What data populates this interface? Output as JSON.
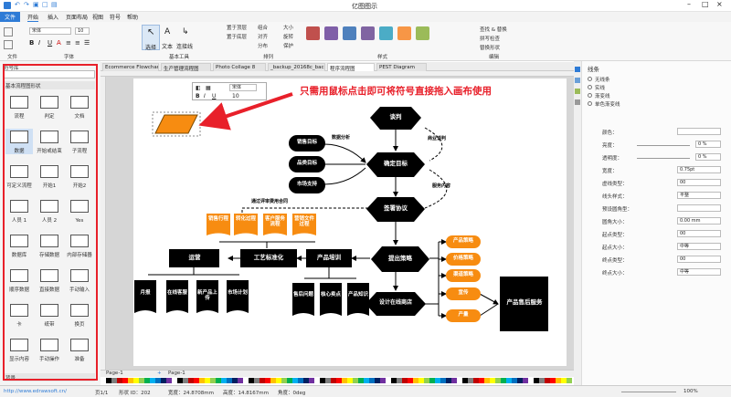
{
  "app": {
    "title": "亿图图示"
  },
  "menu": {
    "items": [
      "文件",
      "开始",
      "插入",
      "页面布局",
      "视图",
      "符号",
      "帮助"
    ]
  },
  "ribbon": {
    "font_name": "宋体",
    "font_size": "10",
    "groups": [
      "文件",
      "字体",
      "基本工具",
      "排列",
      "样式",
      "编辑"
    ],
    "tools": [
      "选择",
      "文本",
      "连接线"
    ],
    "arrange": [
      "置于顶层",
      "置于底层",
      "组合",
      "对齐",
      "分布",
      "大小",
      "旋转",
      "保护"
    ],
    "edit": [
      "查找 & 替换",
      "拼写检查",
      "替换形状"
    ],
    "style_colors": [
      "#c0504d",
      "#7f5fa8",
      "#4f81bd",
      "#8064a2",
      "#4bacc6",
      "#f79646",
      "#9bbb59"
    ]
  },
  "library": {
    "title": "符号库",
    "category": "基本流程图形状",
    "shapes": [
      "流程",
      "判定",
      "文档",
      "数据",
      "开始或结束",
      "子流程",
      "可定义流程",
      "开始1",
      "开始2",
      "人员 1",
      "人员 2",
      "Yes",
      "数据库",
      "存储数据",
      "内部存储器",
      "顺序数据",
      "直接数据",
      "手动输入",
      "卡",
      "纸带",
      "换页",
      "显示内容",
      "手动操作",
      "准备"
    ],
    "footer": "背景"
  },
  "tabs": [
    "Ecommerce Flowchart",
    "生产管理流程图",
    "Photo Collage 8",
    "_backup_20168c_bac...",
    "程序流程图",
    "PEST Diagram"
  ],
  "annotation": {
    "text": "只需用鼠标点击即可将符号直接拖入画布使用"
  },
  "floating_toolbar": {
    "font": "宋体",
    "size": "10"
  },
  "flowchart": {
    "top": "谈判",
    "confirm": "确定目标",
    "left_goals": [
      "销售目标",
      "品类目标",
      "市场支持"
    ],
    "data_analysis": "数据分析",
    "business_talk": "商业谈判",
    "service_content": "服务内容",
    "sign": "签署协议",
    "dashed_note": "通过评审费用合同",
    "propose": "提出策略",
    "strategies": [
      "产品策略",
      "价格策略",
      "渠道策略",
      "宣传",
      "产量"
    ],
    "training": "产品培训",
    "standard": "工艺标准化",
    "operate": "运营",
    "orange_boxes": [
      "销售行程",
      "转化过程",
      "客户服务流程",
      "营销文件过程"
    ],
    "ops_items": [
      "月报",
      "在线客服",
      "新产品上传",
      "市场计划"
    ],
    "training_items": [
      "售后问题",
      "核心卖点",
      "产品知识"
    ],
    "online_shop": "设计在线商店",
    "aftersales": "产品售后服务"
  },
  "panel": {
    "title": "线条",
    "options": [
      "无线条",
      "实线",
      "渐变线",
      "单色渐变线"
    ],
    "props": [
      {
        "label": "颜色：",
        "value": ""
      },
      {
        "label": "亮度：",
        "value": "0 %"
      },
      {
        "label": "透明度：",
        "value": "0 %"
      },
      {
        "label": "宽度：",
        "value": "0.75pt"
      },
      {
        "label": "虚线类型：",
        "value": "00"
      },
      {
        "label": "线头样式：",
        "value": "平整"
      },
      {
        "label": "预设圆角型：",
        "value": ""
      },
      {
        "label": "圆角大小：",
        "value": "0.00 mm"
      },
      {
        "label": "起点类型：",
        "value": "00"
      },
      {
        "label": "起点大小：",
        "value": "中等"
      },
      {
        "label": "终点类型：",
        "value": "00"
      },
      {
        "label": "终点大小：",
        "value": "中等"
      }
    ]
  },
  "pagebar": {
    "page_tab": "Page-1",
    "current": "Page-1"
  },
  "status": {
    "url": "http://www.edrawsoft.cn/",
    "page": "页1/1",
    "shape": "形状 ID：202",
    "width": "宽度：24.8708mm",
    "height": "高度：14.8167mm",
    "angle": "角度：0deg",
    "zoom": "100%"
  }
}
